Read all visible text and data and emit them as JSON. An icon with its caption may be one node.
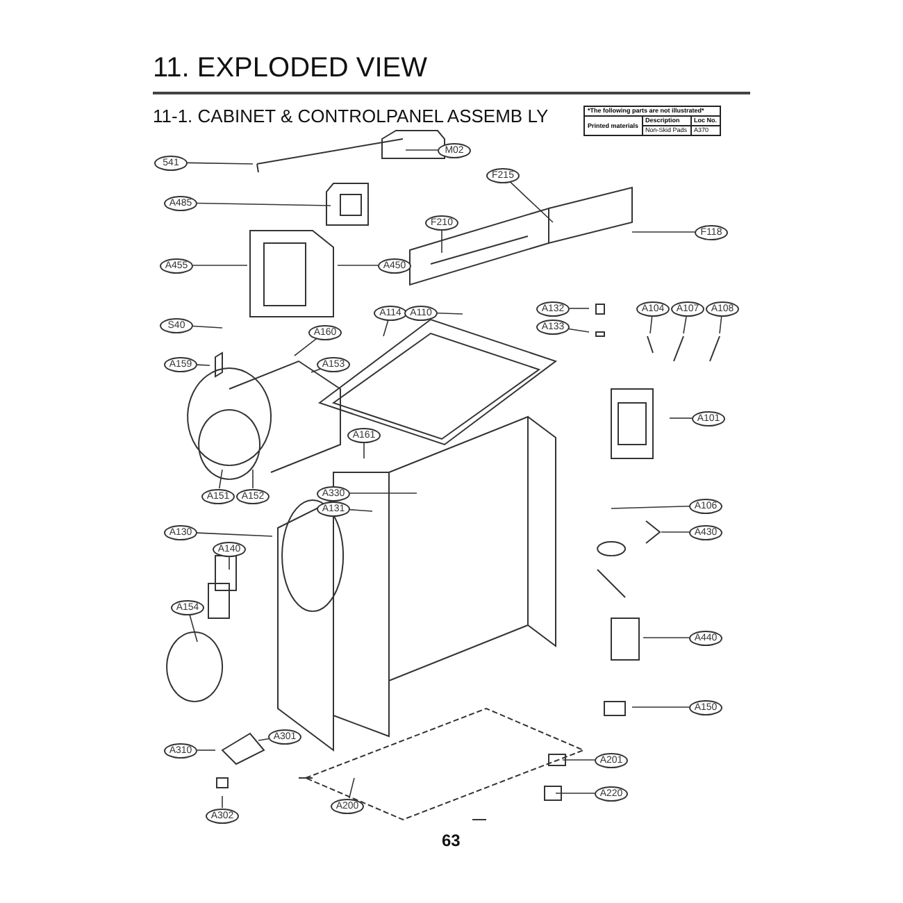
{
  "diagram": {
    "title": "11. EXPLODED VIEW",
    "nodes": [
      {
        "text": [
          "541"
        ]
      },
      {
        "text": [
          "M02"
        ]
      },
      {
        "text": [
          "F215"
        ]
      },
      {
        "text": [
          "A485"
        ]
      },
      {
        "text": [
          "F210"
        ]
      },
      {
        "text": [
          "F118"
        ]
      },
      {
        "text": [
          "A455"
        ]
      },
      {
        "text": [
          "A450"
        ]
      },
      {
        "text": [
          "A114"
        ]
      },
      {
        "text": [
          "A110"
        ]
      },
      {
        "text": [
          "A132"
        ]
      },
      {
        "text": [
          "A104"
        ]
      },
      {
        "text": [
          "A107"
        ]
      },
      {
        "text": [
          "A108"
        ]
      },
      {
        "text": [
          "S40"
        ]
      },
      {
        "text": [
          "A133"
        ]
      },
      {
        "text": [
          "A160"
        ]
      },
      {
        "text": [
          "A153"
        ]
      },
      {
        "text": [
          "A159"
        ]
      },
      {
        "text": [
          "A101"
        ]
      },
      {
        "text": [
          "A161"
        ]
      },
      {
        "text": [
          "A151"
        ]
      },
      {
        "text": [
          "A152"
        ]
      },
      {
        "text": [
          "A330"
        ]
      },
      {
        "text": [
          "A131"
        ]
      },
      {
        "text": [
          "A106"
        ]
      },
      {
        "text": [
          "A130"
        ]
      },
      {
        "text": [
          "A430"
        ]
      },
      {
        "text": [
          "A140"
        ]
      },
      {
        "text": [
          "A154"
        ]
      },
      {
        "text": [
          "A440"
        ]
      },
      {
        "text": [
          "A150"
        ]
      },
      {
        "text": [
          "A301"
        ]
      },
      {
        "text": [
          "A310"
        ]
      },
      {
        "text": [
          "A201"
        ]
      },
      {
        "text": [
          "A220"
        ]
      },
      {
        "text": [
          "A200"
        ]
      },
      {
        "text": [
          "A302"
        ]
      }
    ],
    "edges": [
      {
        "from": 0,
        "to": null,
        "arrow": "none"
      },
      {
        "from": 1,
        "to": null,
        "arrow": "none"
      },
      {
        "from": 2,
        "to": null,
        "arrow": "none"
      },
      {
        "from": 3,
        "to": null,
        "arrow": "none"
      },
      {
        "from": 4,
        "to": null,
        "arrow": "none"
      },
      {
        "from": 5,
        "to": null,
        "arrow": "none"
      },
      {
        "from": 6,
        "to": null,
        "arrow": "none"
      },
      {
        "from": 7,
        "to": null,
        "arrow": "none"
      },
      {
        "from": 8,
        "to": null,
        "arrow": "none"
      },
      {
        "from": 9,
        "to": null,
        "arrow": "none"
      },
      {
        "from": 10,
        "to": null,
        "arrow": "none"
      },
      {
        "from": 11,
        "to": null,
        "arrow": "none"
      },
      {
        "from": 12,
        "to": null,
        "arrow": "none"
      },
      {
        "from": 13,
        "to": null,
        "arrow": "none"
      },
      {
        "from": 14,
        "to": null,
        "arrow": "none"
      },
      {
        "from": 15,
        "to": null,
        "arrow": "none"
      },
      {
        "from": 16,
        "to": null,
        "arrow": "none"
      },
      {
        "from": 17,
        "to": null,
        "arrow": "none"
      },
      {
        "from": 18,
        "to": null,
        "arrow": "none"
      },
      {
        "from": 19,
        "to": null,
        "arrow": "none"
      },
      {
        "from": 20,
        "to": null,
        "arrow": "none"
      },
      {
        "from": 21,
        "to": null,
        "arrow": "none"
      },
      {
        "from": 22,
        "to": null,
        "arrow": "none"
      },
      {
        "from": 23,
        "to": null,
        "arrow": "none"
      },
      {
        "from": 24,
        "to": null,
        "arrow": "none"
      },
      {
        "from": 25,
        "to": null,
        "arrow": "none"
      },
      {
        "from": 26,
        "to": null,
        "arrow": "none"
      },
      {
        "from": 27,
        "to": null,
        "arrow": "none"
      },
      {
        "from": 28,
        "to": null,
        "arrow": "none"
      },
      {
        "from": 29,
        "to": null,
        "arrow": "none"
      },
      {
        "from": 30,
        "to": null,
        "arrow": "none"
      },
      {
        "from": 31,
        "to": null,
        "arrow": "none"
      },
      {
        "from": 32,
        "to": null,
        "arrow": "none"
      },
      {
        "from": 33,
        "to": null,
        "arrow": "none"
      },
      {
        "from": 34,
        "to": null,
        "arrow": "none"
      },
      {
        "from": 35,
        "to": null,
        "arrow": "none"
      },
      {
        "from": 36,
        "to": null,
        "arrow": "none"
      },
      {
        "from": 37,
        "to": null,
        "arrow": "none"
      }
    ],
    "labels": [
      "11-1. CABINET  & CONTROLPANEL ASSEMB LY",
      "*The following parts are not illustrated*",
      "Description",
      "Loc No.",
      "Printed materials",
      "Non-Skid Pads",
      "A370",
      "63"
    ]
  }
}
